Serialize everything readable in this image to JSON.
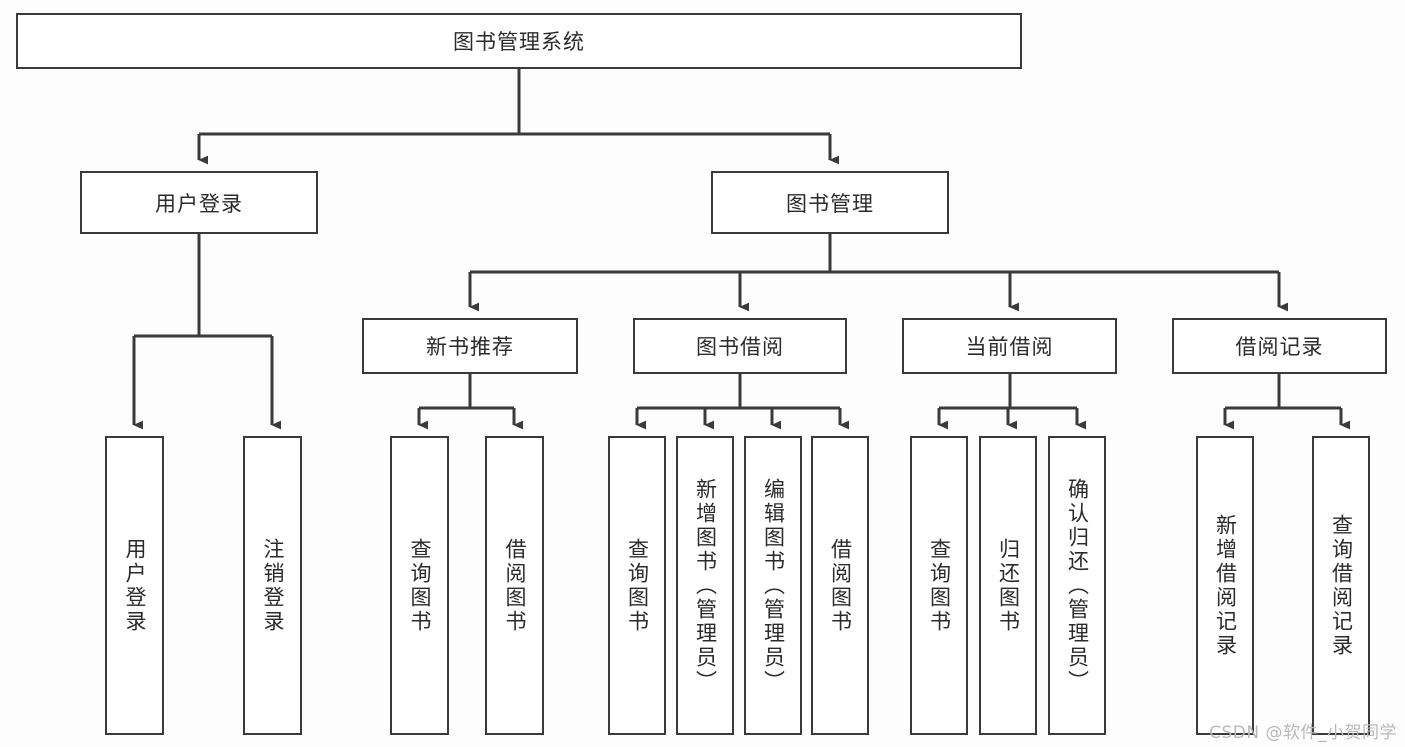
{
  "diagram": {
    "title": "图书管理系统",
    "type": "tree-hierarchy-diagram",
    "root": {
      "label": "图书管理系统"
    },
    "level1": [
      {
        "label": "用户登录"
      },
      {
        "label": "图书管理"
      }
    ],
    "level2": [
      {
        "label": "新书推荐",
        "parent": "图书管理"
      },
      {
        "label": "图书借阅",
        "parent": "图书管理"
      },
      {
        "label": "当前借阅",
        "parent": "图书管理"
      },
      {
        "label": "借阅记录",
        "parent": "图书管理"
      }
    ],
    "leaves": {
      "user_login": [
        {
          "label": "用户登录"
        },
        {
          "label": "注销登录"
        }
      ],
      "new_book_recommend": [
        {
          "label": "查询图书"
        },
        {
          "label": "借阅图书"
        }
      ],
      "book_borrow": [
        {
          "label": "查询图书"
        },
        {
          "label": "新增图书（管理员）"
        },
        {
          "label": "编辑图书（管理员）"
        },
        {
          "label": "借阅图书"
        }
      ],
      "current_borrow": [
        {
          "label": "查询图书"
        },
        {
          "label": "归还图书"
        },
        {
          "label": "确认归还（管理员）"
        }
      ],
      "borrow_record": [
        {
          "label": "新增借阅记录"
        },
        {
          "label": "查询借阅记录"
        }
      ]
    }
  },
  "watermark": {
    "text": "CSDN @软件_小贺同学"
  },
  "colors": {
    "background": "#fdfdfd",
    "box_fill": "#ffffff",
    "box_border": "#3a3a3a",
    "connector": "#3a3a3a",
    "text": "#2b2b2b",
    "watermark": "#b9b9b9"
  }
}
